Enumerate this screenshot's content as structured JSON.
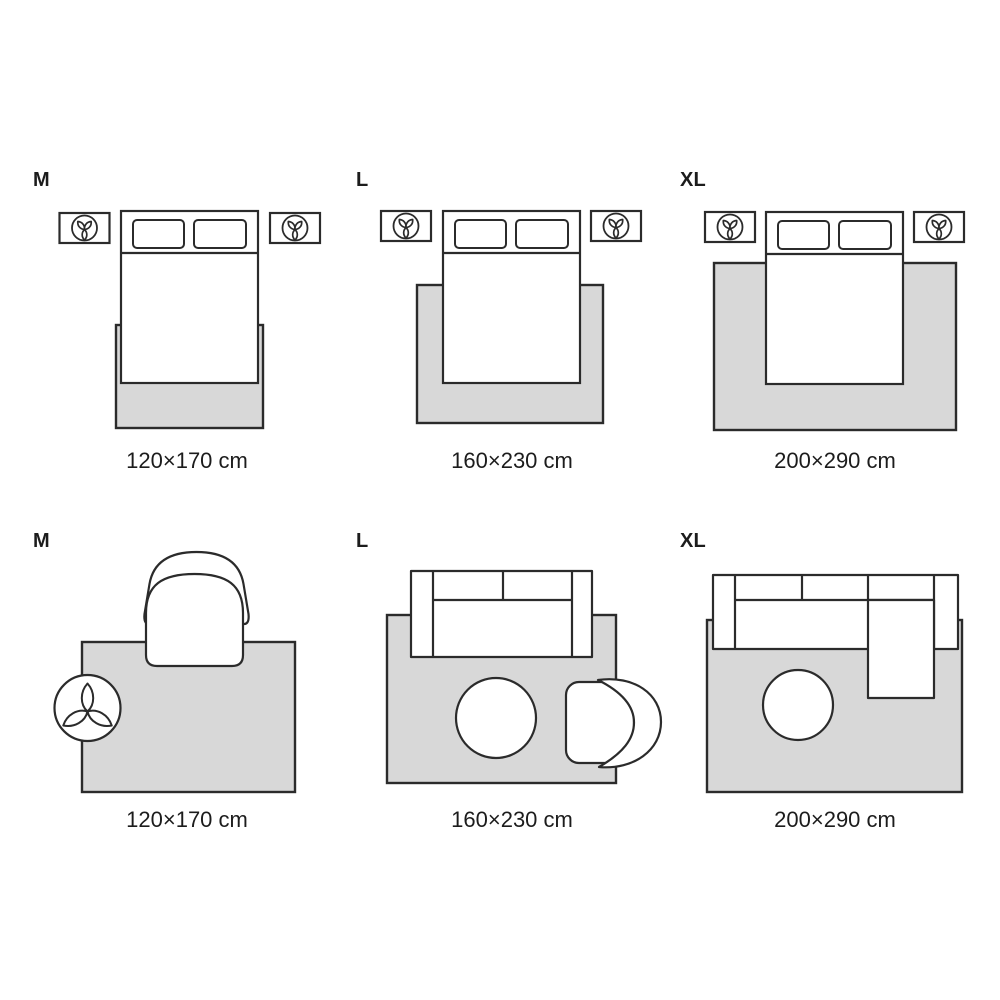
{
  "colors": {
    "background": "#ffffff",
    "rug_fill": "#d8d8d8",
    "outline": "#2b2b2b",
    "text": "#1c1c1c",
    "furniture_fill": "#ffffff"
  },
  "icons": {
    "plant_trefoil": "plant-trefoil-icon (three leaf petals in a circle)"
  },
  "sections": {
    "bedroom": {
      "panels": [
        {
          "size_label": "M",
          "dimensions": "120×170 cm"
        },
        {
          "size_label": "L",
          "dimensions": "160×230 cm"
        },
        {
          "size_label": "XL",
          "dimensions": "200×290 cm"
        }
      ]
    },
    "living_room": {
      "panels": [
        {
          "size_label": "M",
          "dimensions": "120×170 cm"
        },
        {
          "size_label": "L",
          "dimensions": "160×230 cm"
        },
        {
          "size_label": "XL",
          "dimensions": "200×290 cm"
        }
      ]
    }
  }
}
